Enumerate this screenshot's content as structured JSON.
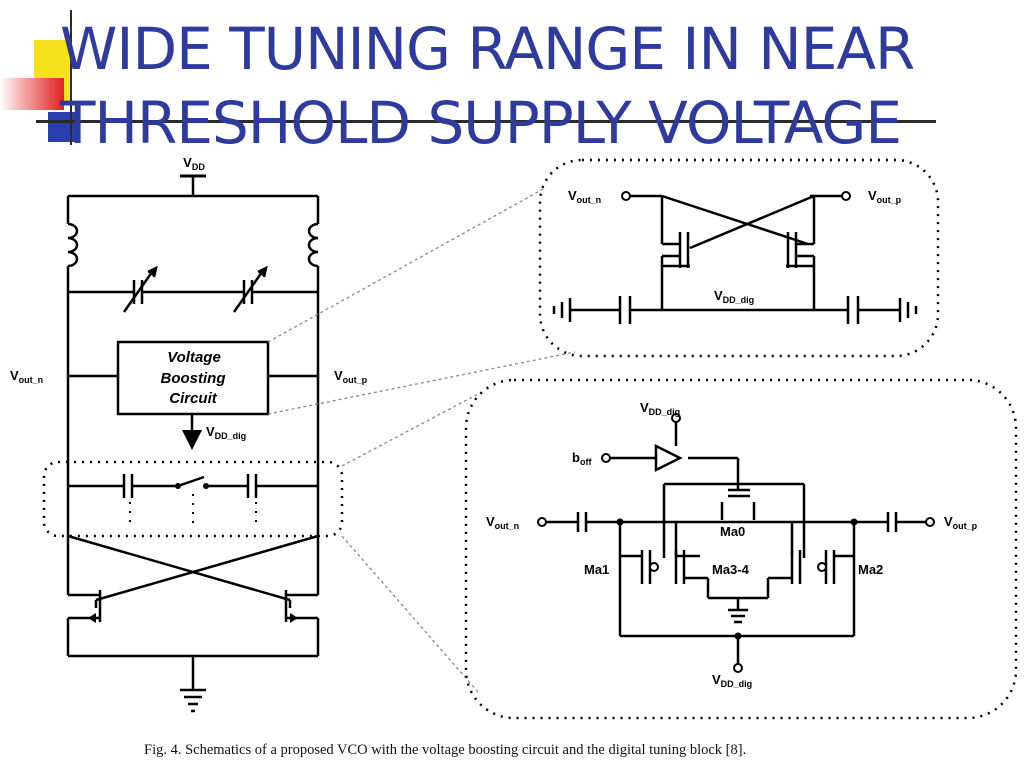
{
  "slide": {
    "title_line1": "WIDE TUNING RANGE IN NEAR",
    "title_line2": "THRESHOLD SUPPLY VOLTAGE",
    "title_color": "#2e3a9e",
    "accent_colors": {
      "yellow": "#f5e21a",
      "red": "#e02020",
      "blue": "#2a3eb1"
    }
  },
  "schematic": {
    "vdd_main": "V",
    "vdd_main_sub": "DD",
    "boost_line1": "Voltage",
    "boost_line2": "Boosting",
    "boost_line3": "Circuit",
    "vout_n": "V",
    "vout_n_sub": "out_n",
    "vout_p": "V",
    "vout_p_sub": "out_p",
    "vdd_dig": "V",
    "vdd_dig_sub": "DD_dig",
    "boff": "b",
    "boff_sub": "off",
    "ma0": "Ma0",
    "ma1": "Ma1",
    "ma2": "Ma2",
    "ma34": "Ma3-4"
  },
  "caption": "Fig. 4.    Schematics of a proposed VCO with the voltage boosting circuit and the digital tuning block [8]."
}
